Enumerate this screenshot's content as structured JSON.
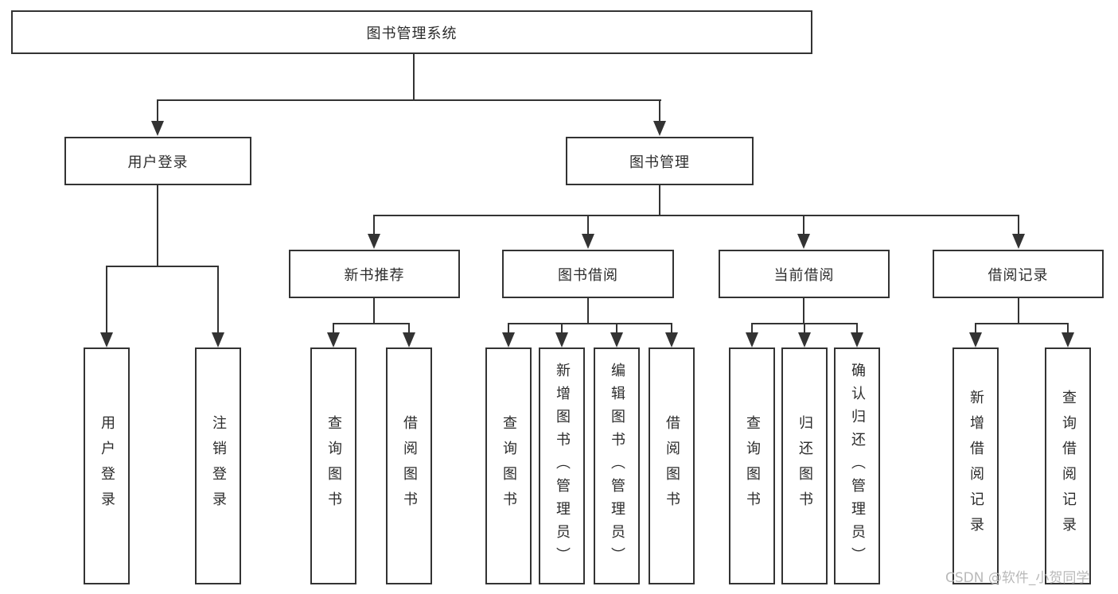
{
  "tree": {
    "root": {
      "label": "图书管理系统",
      "children": [
        {
          "label": "用户登录",
          "children": [
            {
              "label": "用户登录"
            },
            {
              "label": "注销登录"
            }
          ]
        },
        {
          "label": "图书管理",
          "children": [
            {
              "label": "新书推荐",
              "children": [
                {
                  "label": "查询图书"
                },
                {
                  "label": "借阅图书"
                }
              ]
            },
            {
              "label": "图书借阅",
              "children": [
                {
                  "label": "查询图书"
                },
                {
                  "label": "新增图书（管理员）"
                },
                {
                  "label": "编辑图书（管理员）"
                },
                {
                  "label": "借阅图书"
                }
              ]
            },
            {
              "label": "当前借阅",
              "children": [
                {
                  "label": "查询图书"
                },
                {
                  "label": "归还图书"
                },
                {
                  "label": "确认归还（管理员）"
                }
              ]
            },
            {
              "label": "借阅记录",
              "children": [
                {
                  "label": "新增借阅记录"
                },
                {
                  "label": "查询借阅记录"
                }
              ]
            }
          ]
        }
      ]
    }
  },
  "watermark": {
    "text": "CSDN @软件_小贺同学"
  },
  "colors": {
    "line": "#333333",
    "box_border": "#333333",
    "text": "#2c2c2c",
    "watermark": "#b9b9b9",
    "background": "#ffffff"
  }
}
